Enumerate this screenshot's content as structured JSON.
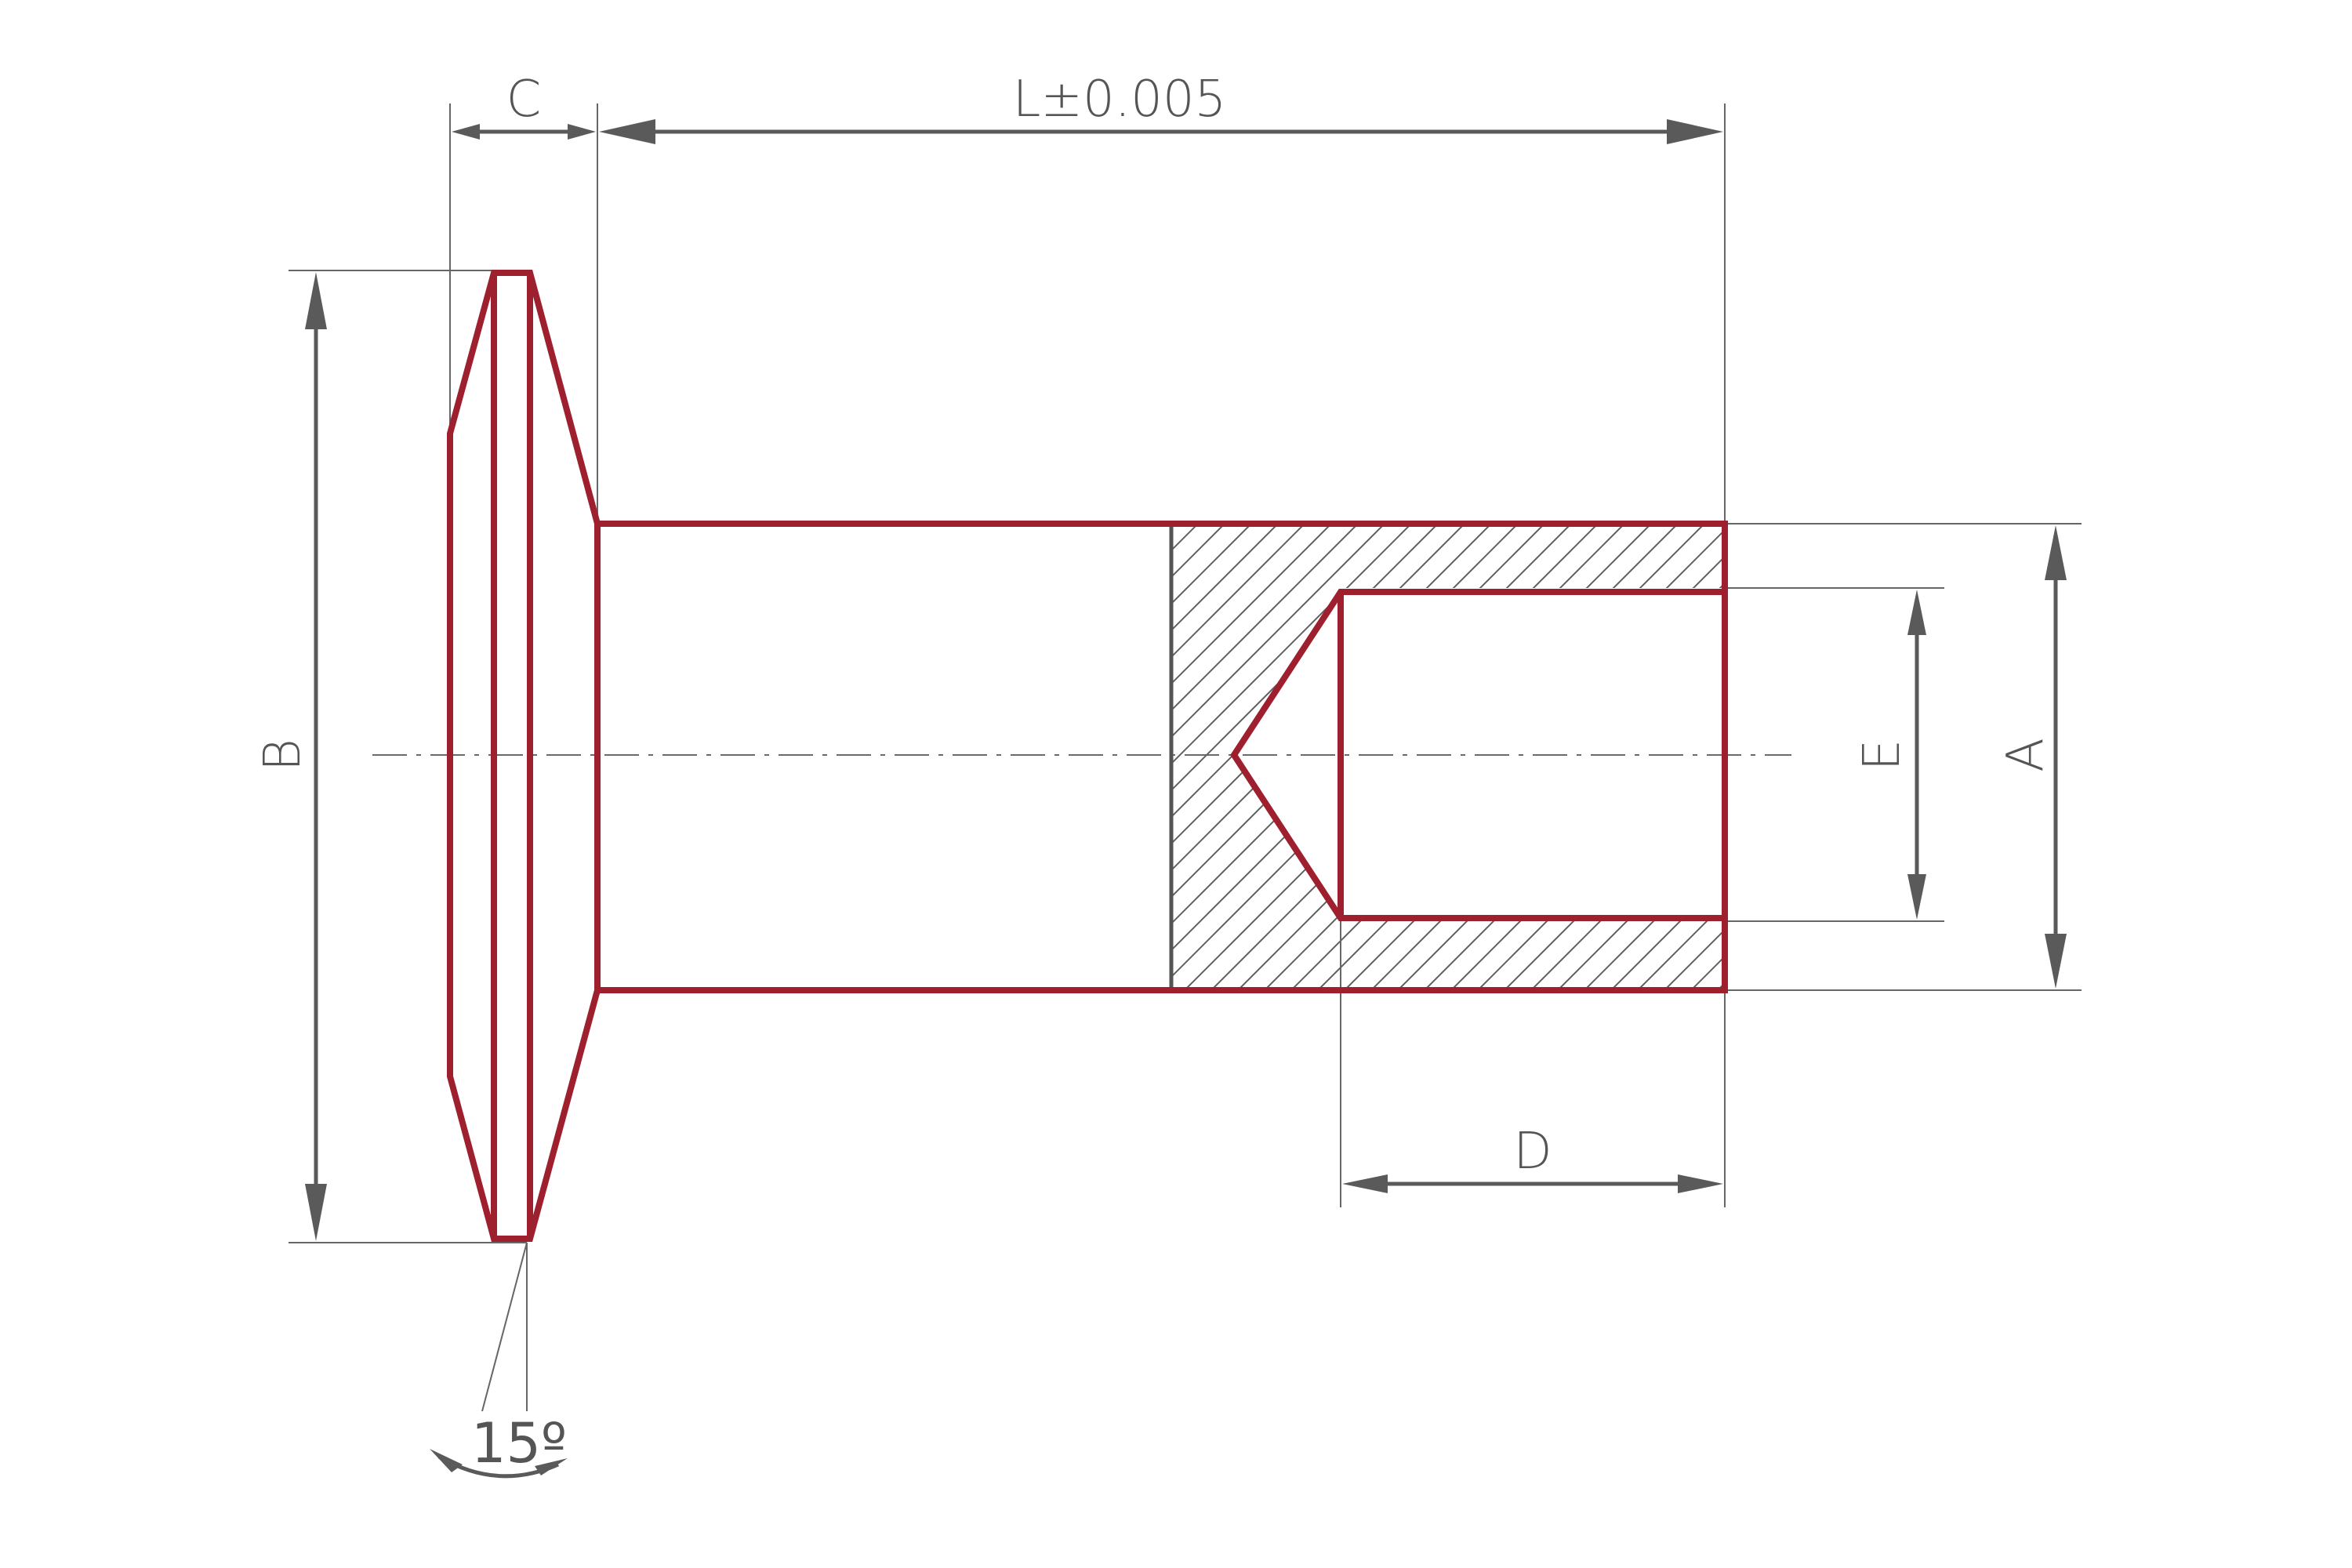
{
  "labels": {
    "C": "C",
    "L": "L±0.005",
    "B": "B",
    "E": "E",
    "A": "A",
    "D": "D",
    "angle": "15º"
  },
  "colors": {
    "part_outline": "#9e1f2e",
    "dimension": "#5a5a5a"
  }
}
